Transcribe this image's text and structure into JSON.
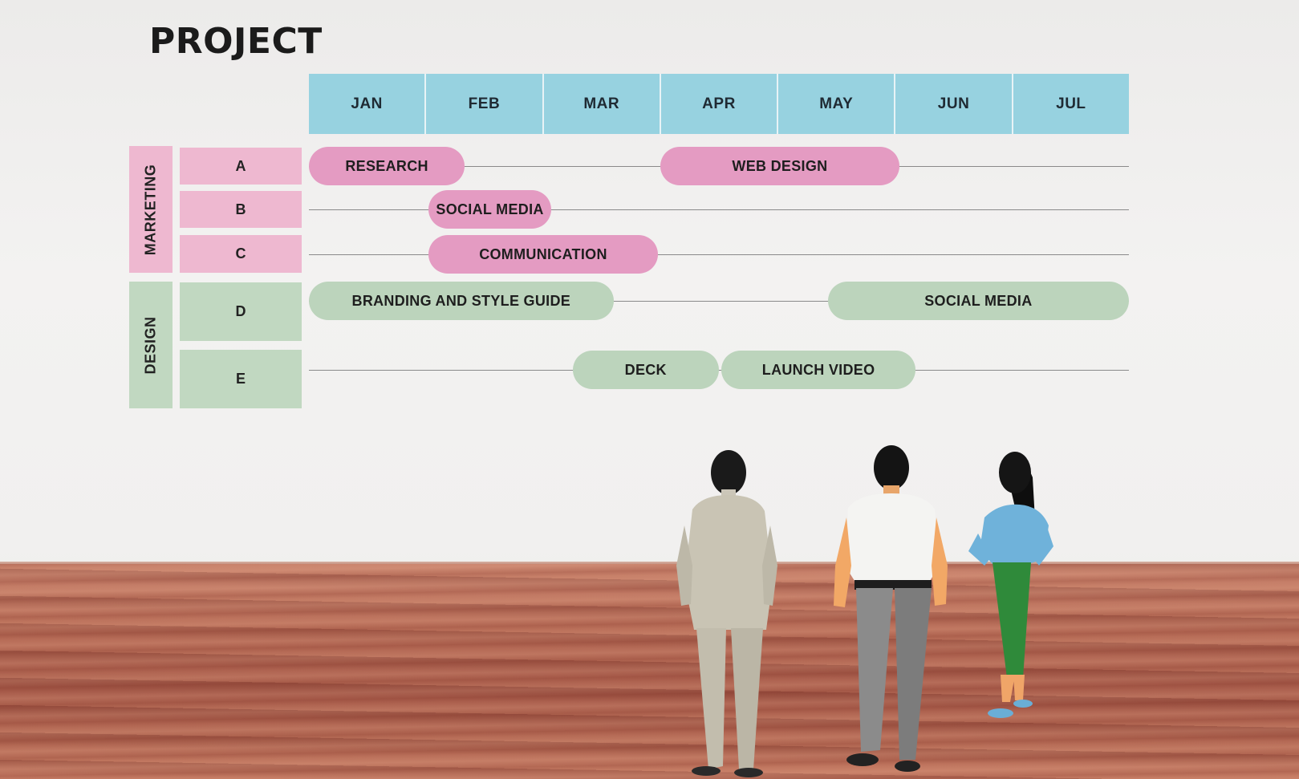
{
  "title": "PROJECT",
  "chart_data": {
    "type": "gantt",
    "title": "PROJECT",
    "months": [
      "JAN",
      "FEB",
      "MAR",
      "APR",
      "MAY",
      "JUN",
      "JUL"
    ],
    "groups": [
      {
        "name": "MARKETING",
        "rows": [
          "A",
          "B",
          "C"
        ],
        "color": "#e49bc2"
      },
      {
        "name": "DESIGN",
        "rows": [
          "D",
          "E"
        ],
        "color": "#bcd4bc"
      }
    ],
    "tasks": [
      {
        "row": "A",
        "label": "RESEARCH",
        "start": 0.0,
        "end": 1.33,
        "group": "MARKETING"
      },
      {
        "row": "A",
        "label": "WEB DESIGN",
        "start": 3.0,
        "end": 5.04,
        "group": "MARKETING"
      },
      {
        "row": "B",
        "label": "SOCIAL MEDIA",
        "start": 1.02,
        "end": 2.07,
        "group": "MARKETING"
      },
      {
        "row": "C",
        "label": "COMMUNICATION",
        "start": 1.02,
        "end": 2.98,
        "group": "MARKETING"
      },
      {
        "row": "D",
        "label": "BRANDING AND STYLE GUIDE",
        "start": 0.0,
        "end": 2.6,
        "group": "DESIGN"
      },
      {
        "row": "D",
        "label": "SOCIAL MEDIA",
        "start": 4.43,
        "end": 7.0,
        "group": "DESIGN"
      },
      {
        "row": "E",
        "label": "DECK",
        "start": 2.25,
        "end": 3.5,
        "group": "DESIGN"
      },
      {
        "row": "E",
        "label": "LAUNCH VIDEO",
        "start": 3.52,
        "end": 5.18,
        "group": "DESIGN"
      }
    ]
  }
}
